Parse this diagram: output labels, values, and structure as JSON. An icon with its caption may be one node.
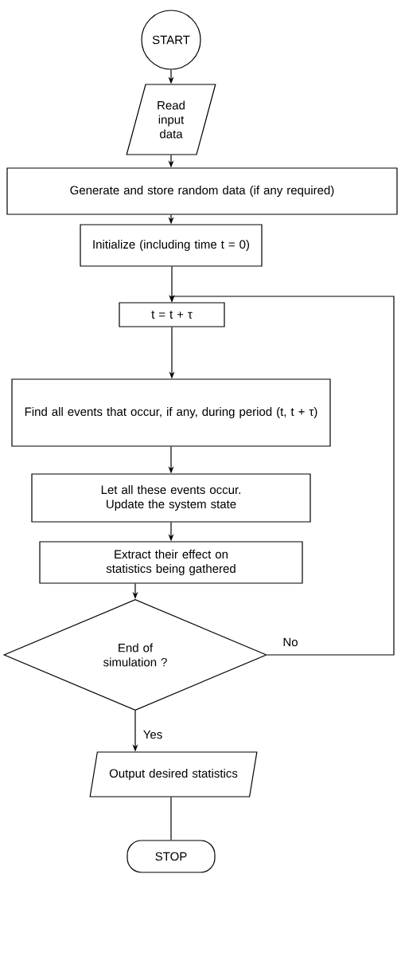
{
  "diagram": {
    "nodes": [
      {
        "text": [
          "START"
        ]
      },
      {
        "text": [
          "Read input data"
        ]
      },
      {
        "text": [
          "Generate and store random data (if any required)"
        ]
      },
      {
        "text": [
          "Initialize (including time t = 0)"
        ]
      },
      {
        "text": [
          "t = t + τ"
        ]
      },
      {
        "text": [
          "Find all events that occur, if any, during period (t, t + τ)"
        ]
      },
      {
        "text": [
          "Let all these events occur. Update the system state"
        ]
      },
      {
        "text": [
          "Extract their effect on statistics being gathered"
        ]
      },
      {
        "text": [
          "End of simulation ?"
        ]
      },
      {
        "text": [
          "Output desired statistics"
        ]
      },
      {
        "text": [
          "STOP"
        ]
      }
    ],
    "edges": [
      {
        "from": 0,
        "to": 1,
        "arrow": "to"
      },
      {
        "from": 1,
        "to": 2,
        "arrow": "to"
      },
      {
        "from": 2,
        "to": 3,
        "arrow": "to"
      },
      {
        "from": 3,
        "to": 4,
        "arrow": "to"
      },
      {
        "from": 4,
        "to": 5,
        "arrow": "to"
      },
      {
        "from": 5,
        "to": 6,
        "arrow": "to"
      },
      {
        "from": 6,
        "to": 7,
        "arrow": "to"
      },
      {
        "from": 7,
        "to": 8,
        "arrow": "to"
      },
      {
        "from": 8,
        "to": 4,
        "arrow": "to",
        "label": "No"
      },
      {
        "from": 8,
        "to": 9,
        "arrow": "to",
        "label": "Yes"
      },
      {
        "from": 9,
        "to": 10,
        "arrow": "none"
      }
    ]
  }
}
